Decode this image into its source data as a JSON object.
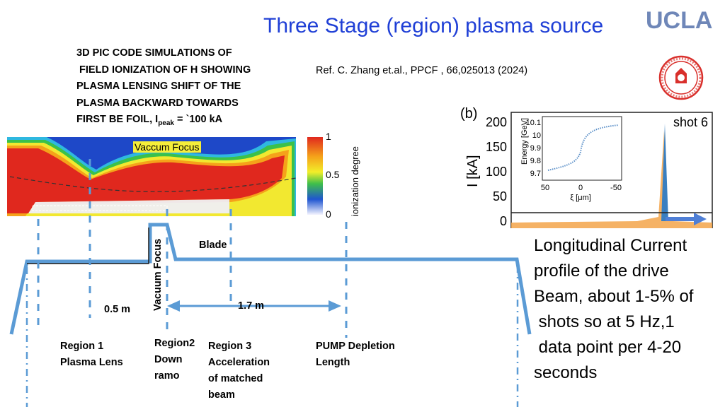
{
  "title": "Three Stage (region) plasma source",
  "logo": {
    "text": "UCLA"
  },
  "simulation_note": {
    "line1": "3D PIC CODE  SIMULATIONS OF",
    "line2": " FIELD IONIZATION OF H SHOWING",
    "line3": "PLASMA LENSING SHIFT OF THE",
    "line4": "PLASMA BACKWARD TOWARDS",
    "line5_prefix": "FIRST BE FOIL, I",
    "line5_sub": "peak",
    "line5_suffix": " = `100 kA"
  },
  "reference": "Ref. C. Zhang et.al.,  PPCF , 66,025013 (2024)",
  "ionization_plot": {
    "vacuum_focus_label": "Vaccum Focus",
    "colorbar_ticks": [
      "1",
      "0.5",
      "0"
    ],
    "colorbar_label": "ionization degree"
  },
  "current_plot": {
    "panel_label": "(b)",
    "shot_label": "shot 6",
    "ylabel": "I [kA]",
    "yticks": [
      "200",
      "150",
      "100",
      "50",
      "0"
    ],
    "inset_ylabel": "Energy [GeV]",
    "inset_xlabel": "ξ [μm]",
    "inset_yticks": [
      "10.1",
      "10",
      "9.9",
      "9.8",
      "9.7"
    ],
    "inset_xticks": [
      "50",
      "0",
      "-50"
    ]
  },
  "profile_diagram": {
    "blade_label": "Blade",
    "vacuum_focus_vertical": "Vacuum Focus",
    "dist_05": "0.5 m",
    "dist_17": "1.7 m",
    "region1": {
      "line1": "Region 1",
      "line2": "Plasma Lens"
    },
    "region2": {
      "line1": "Region2",
      "line2": "Down",
      "line3": "ramo"
    },
    "region3": {
      "line1": "Region 3",
      "line2": "Acceleration",
      "line3": "of matched",
      "line4": "beam"
    },
    "pump": {
      "line1": "PUMP Depletion",
      "line2": "Length"
    }
  },
  "longitudinal_note": {
    "line1": "Longitudinal Current",
    "line2": "profile of the drive",
    "line3": "Beam, about 1-5% of",
    "line4": " shots so at 5 Hz,1",
    "line5": " data point per 4-20",
    "line6": "seconds"
  },
  "colors": {
    "title": "#1f3fd6",
    "diagram_line": "#5b9bd5",
    "ucla": "#6f87b8"
  }
}
